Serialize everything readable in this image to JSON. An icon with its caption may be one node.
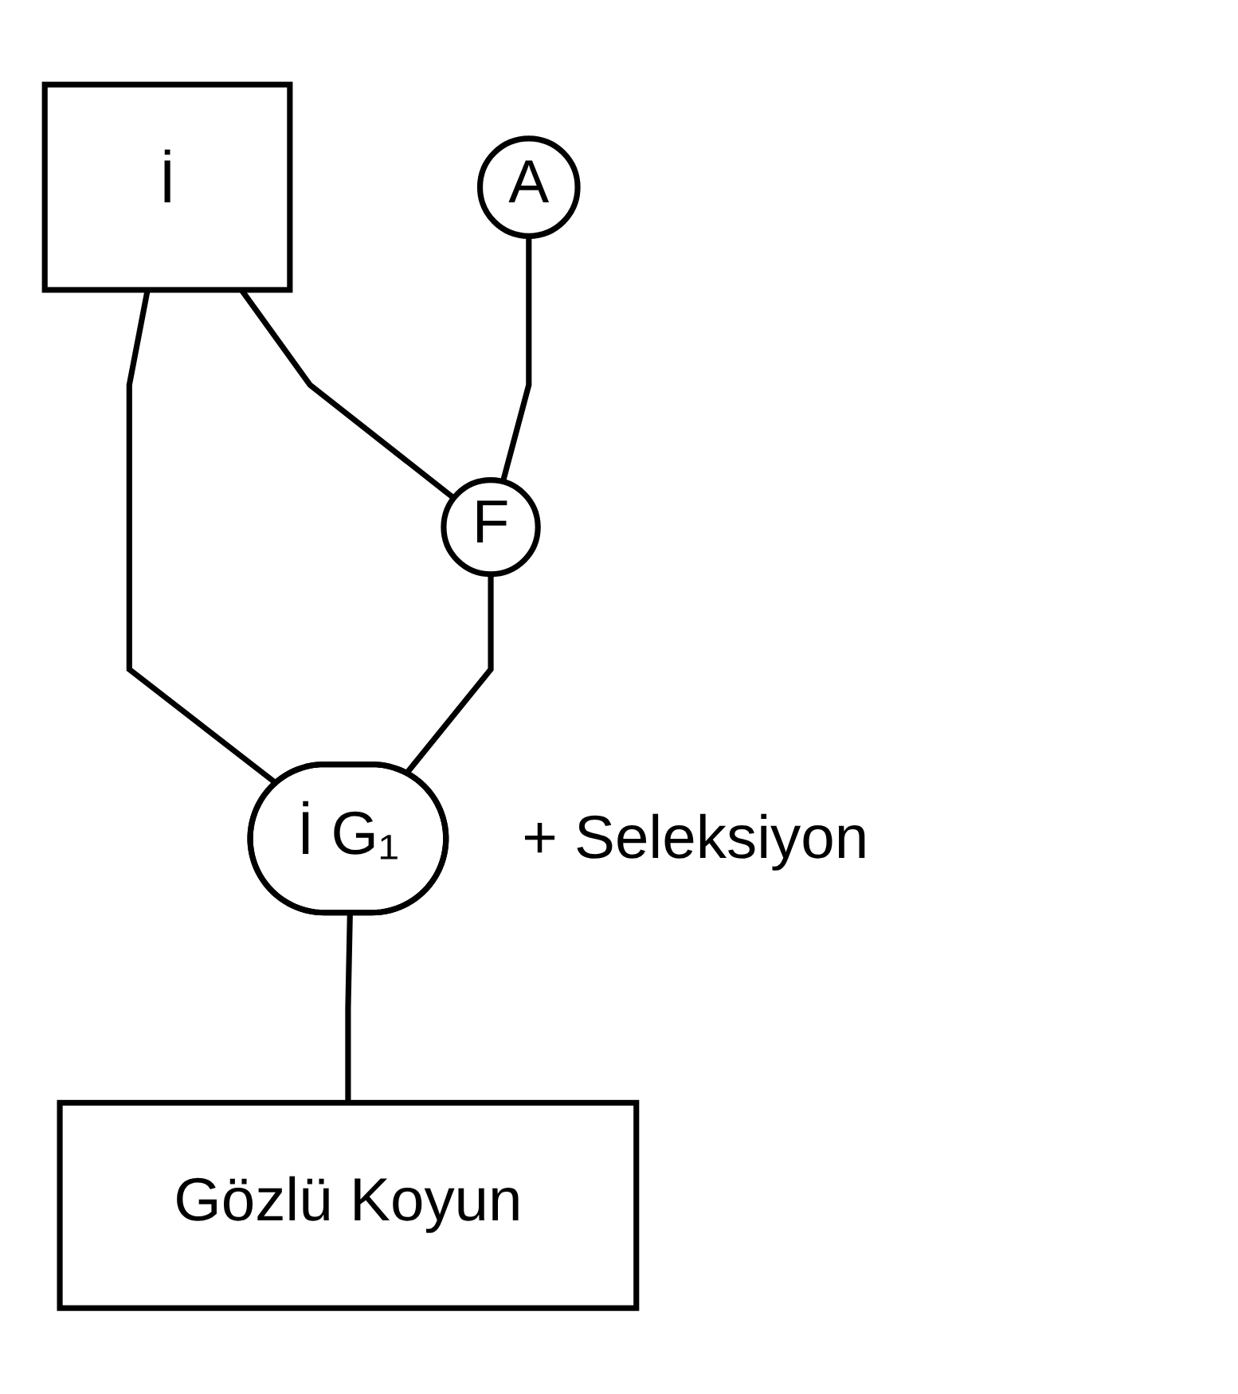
{
  "diagram": {
    "nodes": [
      {
        "text": [
          "İ"
        ]
      },
      {
        "text": [
          "A"
        ]
      },
      {
        "text": [
          "F"
        ]
      },
      {
        "text": [
          "İ G₁"
        ],
        "beside": [
          "+ Seleksiyon"
        ]
      },
      {
        "text": [
          "Gözlü Koyun"
        ]
      }
    ],
    "edges": [
      {
        "from": 0,
        "to": 2,
        "arrow": "none"
      },
      {
        "from": 1,
        "to": 2,
        "arrow": "none"
      },
      {
        "from": 0,
        "to": 3,
        "arrow": "none"
      },
      {
        "from": 2,
        "to": 3,
        "arrow": "none"
      },
      {
        "from": 3,
        "to": 4,
        "arrow": "none"
      }
    ]
  }
}
